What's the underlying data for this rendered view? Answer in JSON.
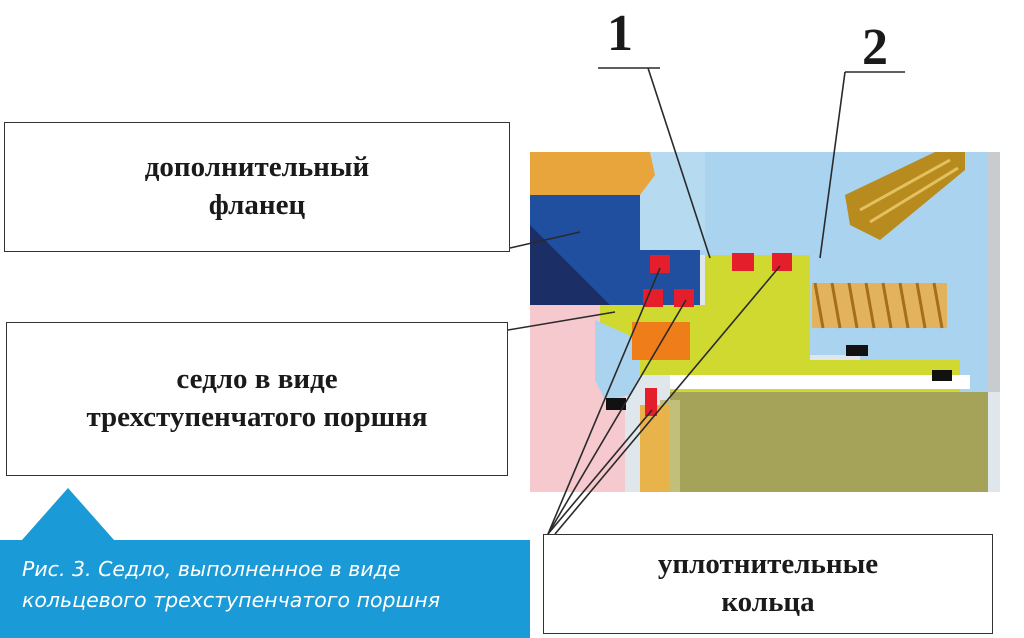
{
  "labels": {
    "flange_line1": "дополнительный",
    "flange_line2": "фланец",
    "seat_line1": "седло в виде",
    "seat_line2": "трехступенчатого поршня",
    "rings_line1": "уплотнительные",
    "rings_line2": "кольца",
    "num1": "1",
    "num2": "2"
  },
  "caption": {
    "line1": "Рис. 3. Седло, выполненное в виде",
    "line2": "кольцевого трехступенчатого поршня"
  },
  "colors": {
    "accent_blue": "#1a9ad6",
    "light_blue": "#a9d3ee",
    "dark_blue": "#1f4f9e",
    "navy": "#1b2f66",
    "yellow_green": "#cfd930",
    "pink": "#f6c9cf",
    "orange": "#ef7d1a",
    "red": "#e41e2a",
    "gold": "#c8a032",
    "olive": "#a5a35a"
  }
}
